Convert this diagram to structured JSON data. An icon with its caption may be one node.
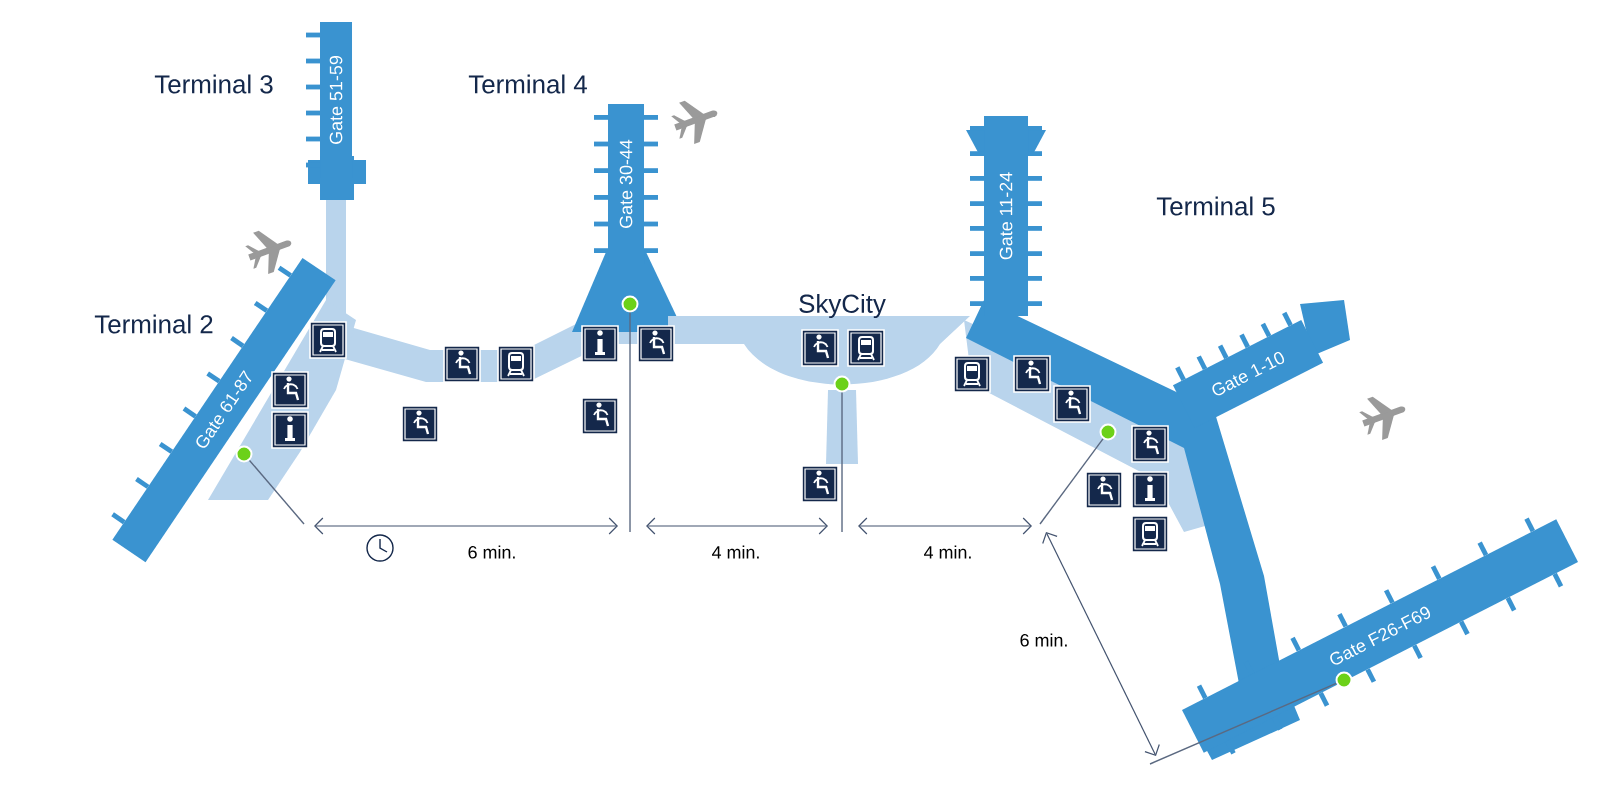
{
  "diagram": {
    "nodes": [
      {
        "text": [
          "Gate 51-59"
        ]
      },
      {
        "text": [
          "Gate 30-44"
        ]
      },
      {
        "text": [
          "Gate 61-87"
        ]
      },
      {
        "text": [
          "Gate 11-24"
        ]
      },
      {
        "text": [
          "Gate 1-10"
        ]
      },
      {
        "text": [
          "Gate F26-F69"
        ]
      },
      {
        "text": [],
        "shape": "circle"
      },
      {
        "text": [],
        "shape": "circle"
      },
      {
        "text": [],
        "shape": "circle"
      },
      {
        "text": [],
        "shape": "circle"
      },
      {
        "text": [],
        "shape": "circle",
        "in": 5
      }
    ],
    "edges": [
      {
        "from": 6,
        "to": null,
        "arrow": "none"
      },
      {
        "from": 7,
        "to": null,
        "arrow": "none"
      },
      {
        "from": 8,
        "to": null,
        "arrow": "none"
      },
      {
        "from": 9,
        "to": null,
        "arrow": "none"
      },
      {
        "from": 10,
        "to": null,
        "arrow": "none"
      }
    ],
    "labels": [
      "Terminal 3",
      "Terminal 4",
      "Terminal 5",
      "SkyCity",
      "Terminal 2",
      "6 min.",
      "4 min.",
      "4 min.",
      "6 min."
    ]
  }
}
